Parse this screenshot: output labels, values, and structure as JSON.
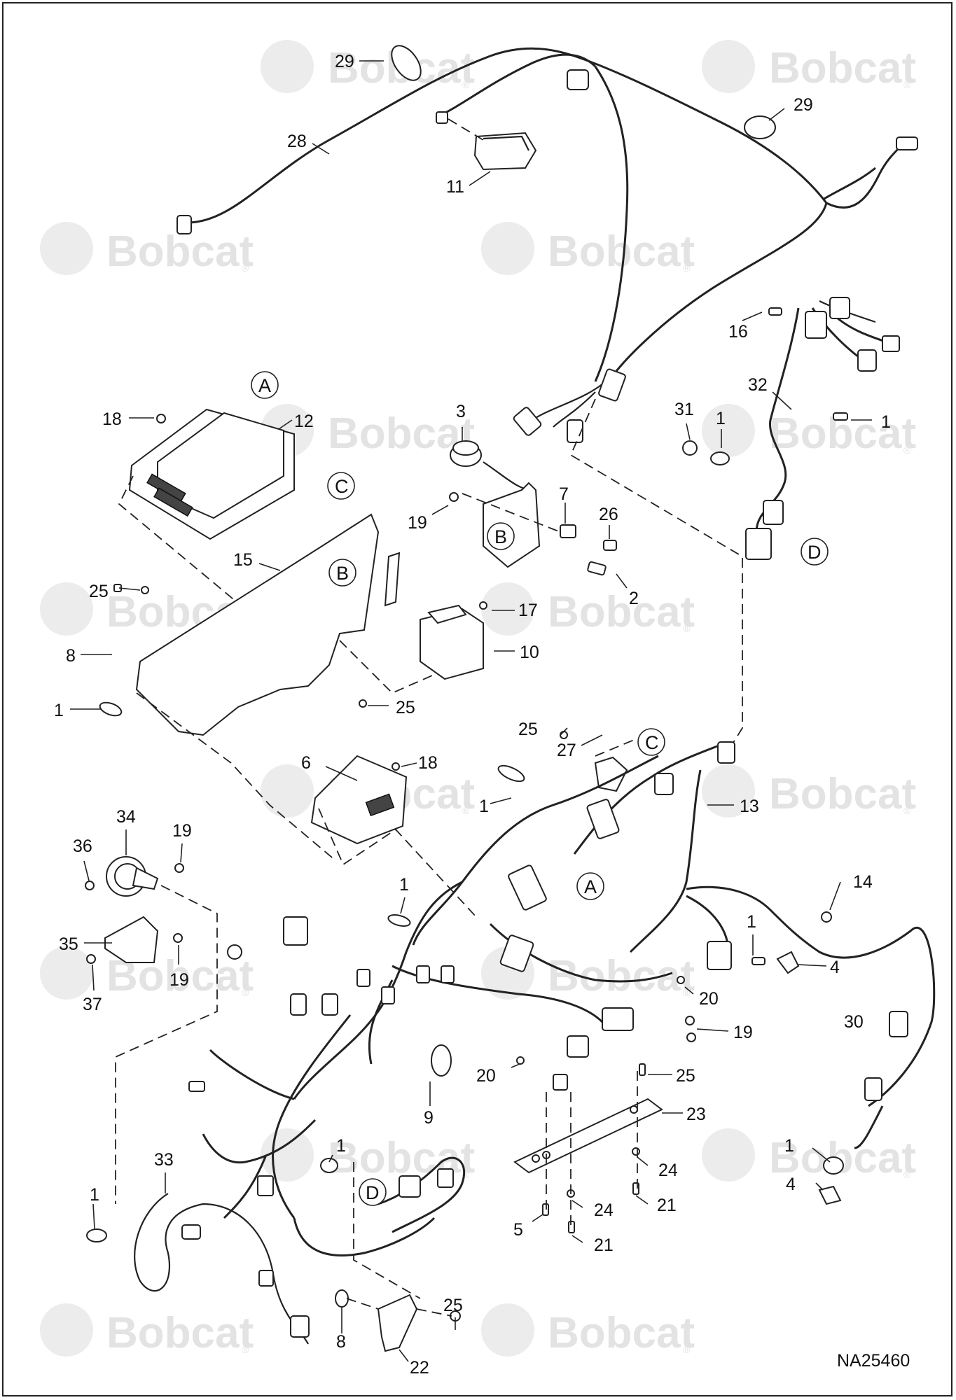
{
  "watermark": {
    "brand": "Bobcat",
    "reg": "®"
  },
  "figure_code": "NA25460",
  "callouts": {
    "c29a": "29",
    "c29b": "29",
    "c28": "28",
    "c11": "11",
    "c18a": "18",
    "c12": "12",
    "c3": "3",
    "c7": "7",
    "c26": "26",
    "c19a": "19",
    "c2": "2",
    "c16": "16",
    "c32": "32",
    "c31": "31",
    "c1a": "1",
    "c1b": "1",
    "c15": "15",
    "c25a": "25",
    "c8a": "8",
    "c1c": "1",
    "c17": "17",
    "c10": "10",
    "c25b": "25",
    "c25c": "25",
    "c27": "27",
    "c6": "6",
    "c18b": "18",
    "c1d": "1",
    "c13": "13",
    "c34": "34",
    "c19b": "19",
    "c36": "36",
    "c1e": "1",
    "c14": "14",
    "c35": "35",
    "c19c": "19",
    "c37": "37",
    "c1f": "1",
    "c4a": "4",
    "c20a": "20",
    "c19d": "19",
    "c30": "30",
    "c20b": "20",
    "c25d": "25",
    "c9": "9",
    "c23": "23",
    "c1g": "1",
    "c24a": "24",
    "c4b": "4",
    "c33": "33",
    "c1h": "1",
    "c24b": "24",
    "c21a": "21",
    "c5": "5",
    "c21b": "21",
    "c1i": "1",
    "c25e": "25",
    "c8b": "8",
    "c22": "22"
  },
  "view_refs": {
    "A_top": "A",
    "A_harness": "A",
    "B_bracket": "B",
    "B_panel": "B",
    "C_panel": "C",
    "C_relay": "C",
    "D_harness": "D",
    "D_lower": "D"
  }
}
